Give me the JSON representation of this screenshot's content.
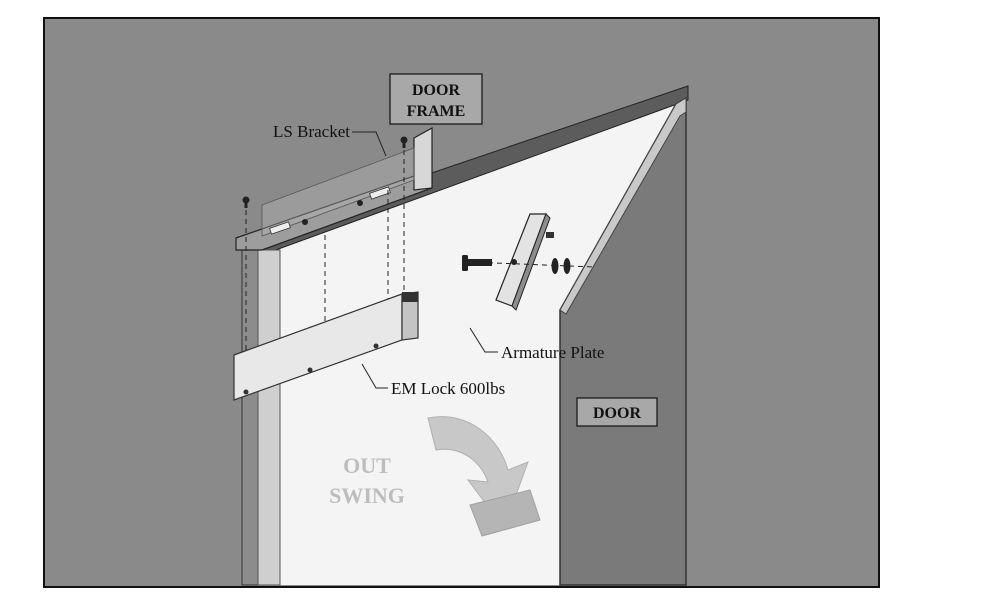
{
  "diagram": {
    "labels": {
      "door_frame_line1": "DOOR",
      "door_frame_line2": "FRAME",
      "ls_bracket": "LS Bracket",
      "armature_plate": "Armature Plate",
      "em_lock": "EM Lock 600lbs",
      "door": "DOOR",
      "out_swing_line1": "OUT",
      "out_swing_line2": "SWING"
    },
    "colors": {
      "wall": "#8a8a8a",
      "opening": "#f4f4f4",
      "door_panel": "#7a7a7a",
      "frame_edge": "#5f5f5f",
      "lock_body": "#e6e6e6",
      "swing_arrow": "#c8c8c8",
      "swing_text": "#bdbdbd",
      "label_text": "#111111"
    }
  }
}
